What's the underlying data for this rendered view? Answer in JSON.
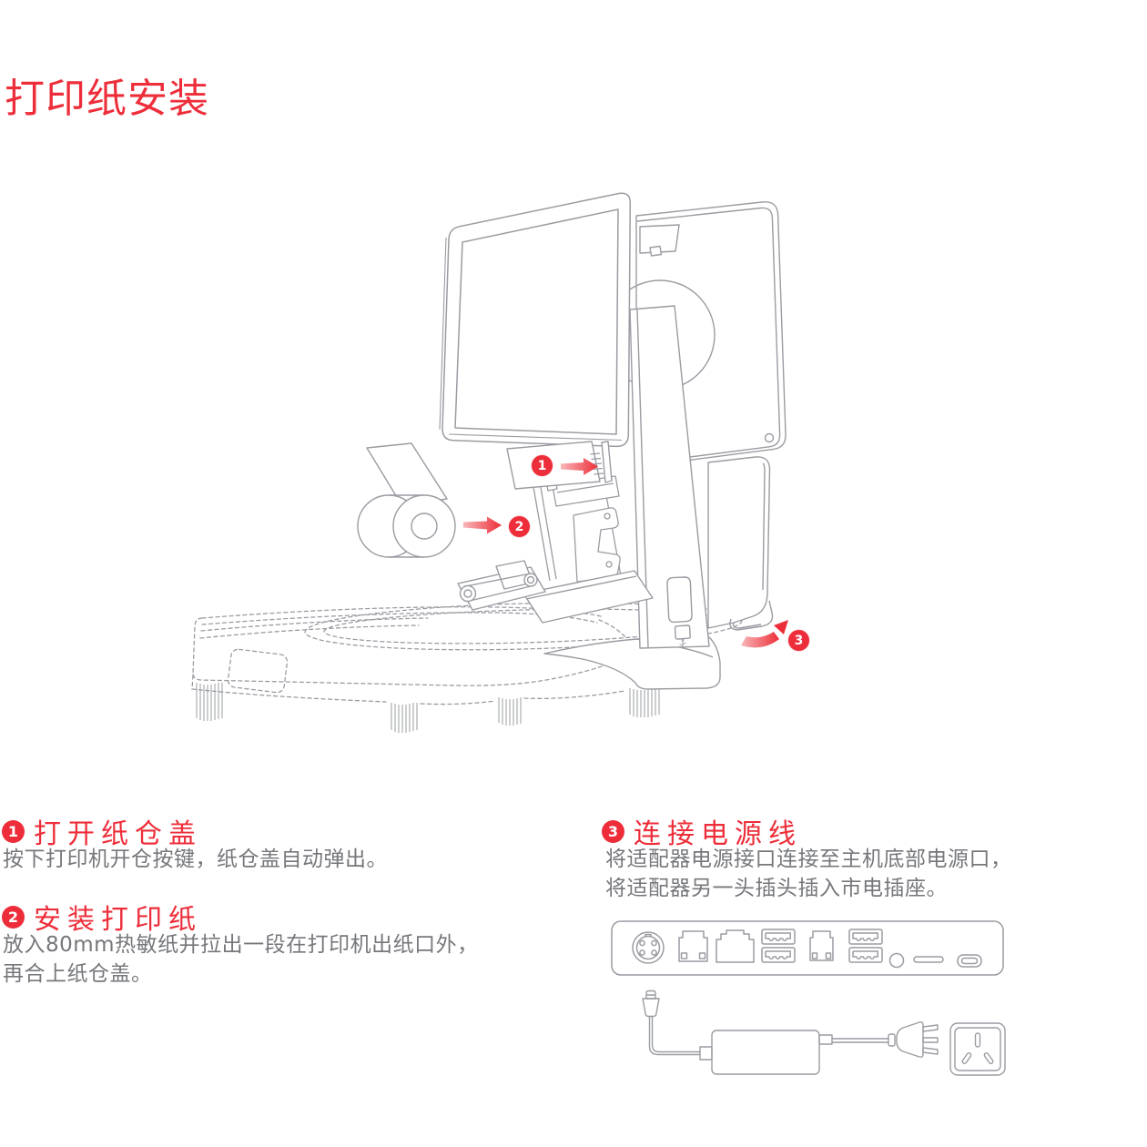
{
  "page": {
    "title": "打印纸安装"
  },
  "colors": {
    "accent_red": "#ed2e3a",
    "line_gray": "#9a9ca2",
    "body_text_gray": "#75777b"
  },
  "steps": [
    {
      "num": "1",
      "heading": "打开纸仓盖",
      "body": [
        "按下打印机开仓按键，纸仓盖自动弹出。"
      ]
    },
    {
      "num": "2",
      "heading": "安装打印纸",
      "body": [
        "放入80mm热敏纸并拉出一段在打印机出纸口外，",
        "再合上纸仓盖。"
      ]
    },
    {
      "num": "3",
      "heading": "连接电源线",
      "body": [
        "将适配器电源接口连接至主机底部电源口，",
        "将适配器另一头插头插入市电插座。"
      ]
    }
  ],
  "callouts": [
    {
      "num": "1"
    },
    {
      "num": "2"
    },
    {
      "num": "3"
    }
  ],
  "illustration": {
    "device": "pos-scale-with-dual-displays-and-printer",
    "paper_roll": "80mm-thermal-paper-roll",
    "ports_left_to_right": [
      "din-power-port",
      "rj11-port",
      "rj45-port",
      "dual-usb-port",
      "rj11-port",
      "dual-usb-port",
      "audio-jack",
      "sd-slot",
      "micro-usb-port"
    ],
    "power_parts": [
      "dc-connector",
      "power-adapter-brick",
      "three-prong-plug",
      "wall-socket"
    ]
  }
}
